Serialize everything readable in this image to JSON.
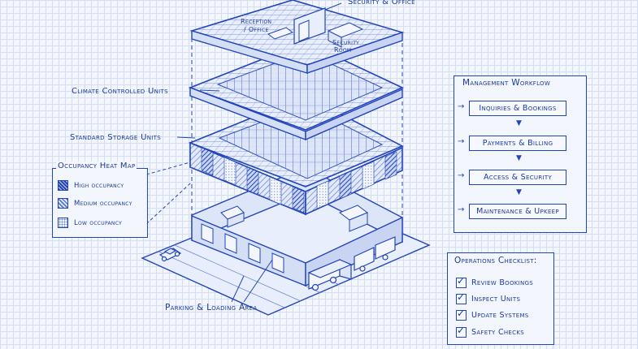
{
  "building": {
    "reception_label_1": "Reception",
    "reception_label_2": "/ Office",
    "security_office_label": "Security & Office",
    "security_room_label_1": "Security",
    "security_room_label_2": "Room",
    "climate_units_label": "Climate Controlled Units",
    "standard_units_label": "Standard Storage Units",
    "parking_label": "Parking & Loading Area"
  },
  "heat_map": {
    "title": "Occupancy Heat Map",
    "levels": [
      {
        "label": "High occupancy",
        "pattern": "high"
      },
      {
        "label": "Medium occupancy",
        "pattern": "medium"
      },
      {
        "label": "Low occupancy",
        "pattern": "low"
      }
    ]
  },
  "workflow": {
    "title": "Management Workflow",
    "steps": [
      "Inquiries & Bookings",
      "Payments & Billing",
      "Access & Security",
      "Maintenance & Upkeep"
    ]
  },
  "checklist": {
    "title": "Operations Checklist:",
    "items": [
      "Review Bookings",
      "Inspect Units",
      "Update Systems",
      "Safety Checks"
    ]
  },
  "colors": {
    "ink": "#1d3a9e",
    "grid": "#bccbeb",
    "paper": "#f3f6fc"
  }
}
